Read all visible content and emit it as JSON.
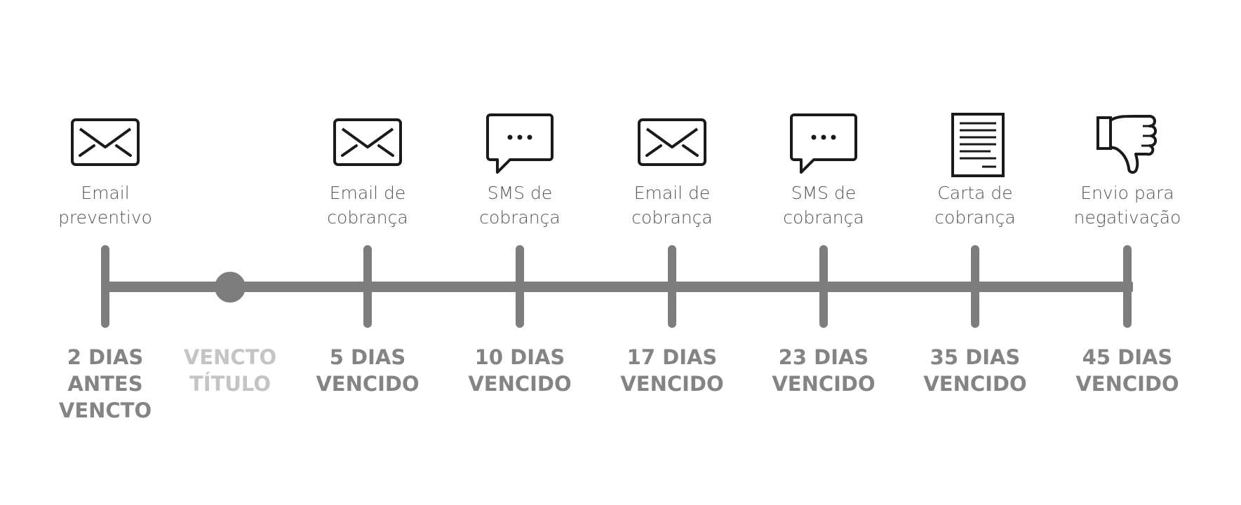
{
  "timeline": {
    "steps": [
      {
        "icon": "envelope-icon",
        "action": "Email\npreventivo",
        "when": "2 DIAS\nANTES\nVENCTO"
      },
      {
        "icon": "",
        "action": "",
        "when": "VENCTO\nTÍTULO"
      },
      {
        "icon": "envelope-icon",
        "action": "Email de\ncobrança",
        "when": "5 DIAS\nVENCIDO"
      },
      {
        "icon": "speech-bubble-icon",
        "action": "SMS de\ncobrança",
        "when": "10 DIAS\nVENCIDO"
      },
      {
        "icon": "envelope-icon",
        "action": "Email de\ncobrança",
        "when": "17 DIAS\nVENCIDO"
      },
      {
        "icon": "speech-bubble-icon",
        "action": "SMS de\ncobrança",
        "when": "23 DIAS\nVENCIDO"
      },
      {
        "icon": "document-icon",
        "action": "Carta de\ncobrança",
        "when": "35 DIAS\nVENCIDO"
      },
      {
        "icon": "thumbs-down-icon",
        "action": "Envio para\nnegativação",
        "when": "45 DIAS\nVENCIDO"
      }
    ],
    "colors": {
      "line": "#7d7d7d",
      "label_text": "#848484",
      "due_label_text": "#c4c4c4",
      "action_text": "#555555",
      "icon_stroke": "#1a1a1a"
    }
  }
}
